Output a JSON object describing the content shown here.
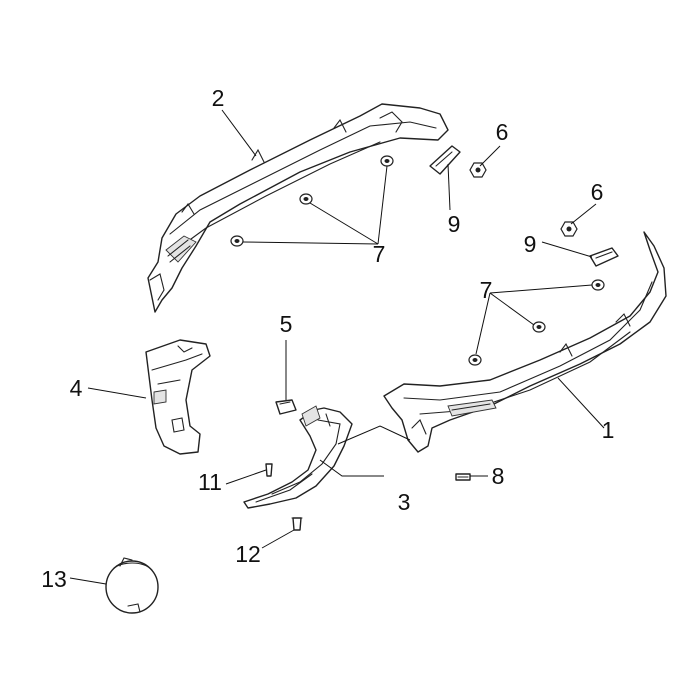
{
  "callouts": {
    "c1": "1",
    "c2": "2",
    "c3": "3",
    "c4": "4",
    "c5": "5",
    "c6a": "6",
    "c6b": "6",
    "c7a": "7",
    "c7b": "7",
    "c8": "8",
    "c9a": "9",
    "c9b": "9",
    "c11": "11",
    "c12": "12",
    "c13": "13"
  }
}
